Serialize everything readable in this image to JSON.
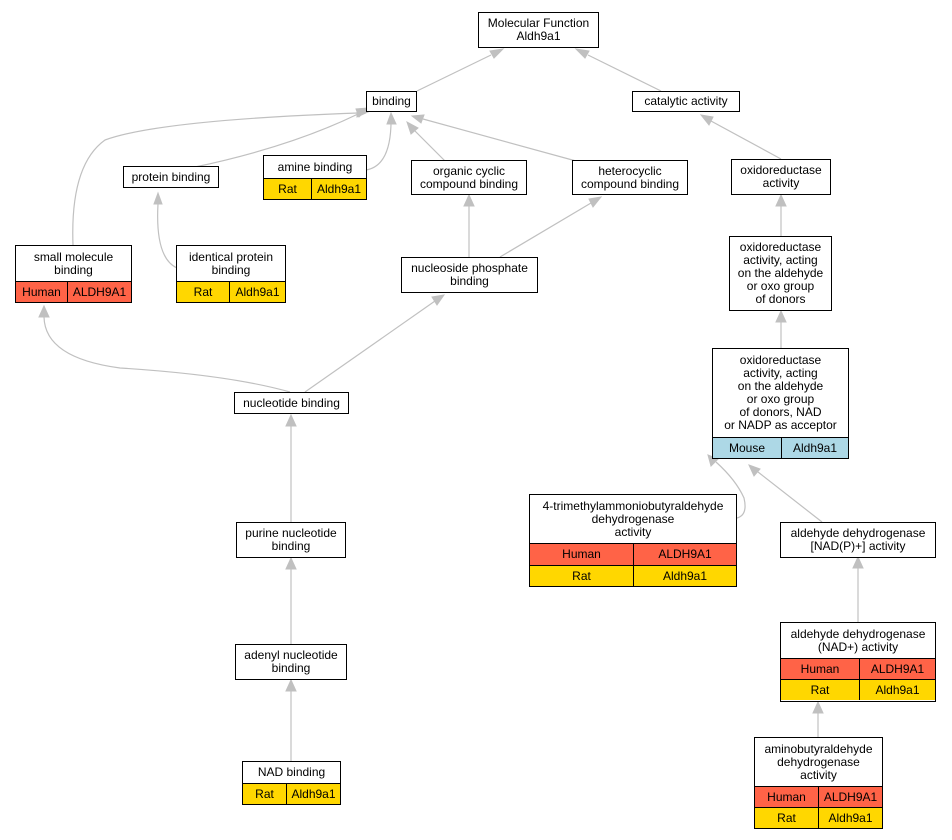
{
  "nodes": {
    "mf": "Molecular Function\nAldh9a1",
    "binding": "binding",
    "catalytic": "catalytic activity",
    "protein_binding": "protein binding",
    "amine_binding": "amine binding",
    "organic_cyclic": "organic cyclic\ncompound binding",
    "heterocyclic": "heterocyclic\ncompound binding",
    "oxidoreductase": "oxidoreductase\nactivity",
    "small_molecule": "small molecule\nbinding",
    "identical_protein": "identical protein\nbinding",
    "nucleoside_phosphate": "nucleoside phosphate\nbinding",
    "oxido_aldehyde": "oxidoreductase\nactivity, acting\non the aldehyde\nor oxo group\nof donors",
    "oxido_nad": "oxidoreductase\nactivity, acting\non the aldehyde\nor oxo group\nof donors, NAD\nor NADP as acceptor",
    "nucleotide_binding": "nucleotide binding",
    "trimethyl": "4-trimethylammoniobutyraldehyde\ndehydrogenase\nactivity",
    "aldh_nadp": "aldehyde dehydrogenase\n[NAD(P)+] activity",
    "purine": "purine nucleotide\nbinding",
    "aldh_nad": "aldehyde dehydrogenase\n(NAD+) activity",
    "adenyl": "adenyl nucleotide\nbinding",
    "aminobutyraldehyde": "aminobutyraldehyde\ndehydrogenase\nactivity",
    "nad_binding": "NAD binding"
  },
  "annotations": {
    "rat_species": "Rat",
    "rat_gene": "Aldh9a1",
    "human_species": "Human",
    "human_gene": "ALDH9A1",
    "mouse_species": "Mouse",
    "mouse_gene": "Aldh9a1"
  },
  "colors": {
    "rat": "#ffd700",
    "human": "#ff6347",
    "mouse": "#add8e6",
    "edge": "#c0c0c0"
  }
}
